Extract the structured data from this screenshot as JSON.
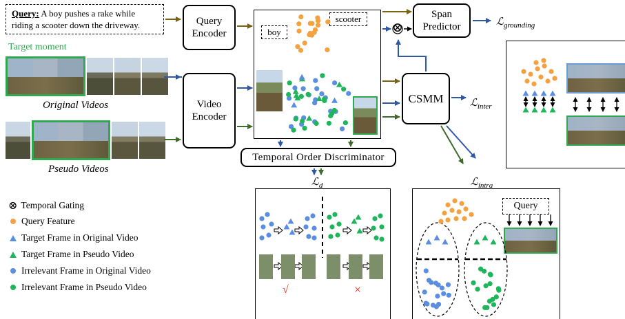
{
  "query": {
    "label": "Query:",
    "text_line1": "A boy pushes a rake while",
    "text_line2": "riding a scooter down the driveway."
  },
  "target_moment": "Target moment",
  "videos": {
    "original": "Original Videos",
    "pseudo": "Pseudo Videos"
  },
  "modules": {
    "query_encoder": [
      "Query",
      "Encoder"
    ],
    "video_encoder": [
      "Video",
      "Encoder"
    ],
    "span_predictor": [
      "Span",
      "Predictor"
    ],
    "csmm": "CSMM",
    "temporal_order_discriminator": "Temporal Order Discriminator"
  },
  "feature_tags": {
    "boy": "boy",
    "scooter": "scooter",
    "query": "Query"
  },
  "losses": {
    "grounding": {
      "base": "ℒ",
      "sub": "grounding"
    },
    "inter": {
      "base": "ℒ",
      "sub": "inter"
    },
    "intra": {
      "base": "ℒ",
      "sub": "intra"
    },
    "d": {
      "base": "ℒ",
      "sub": "d"
    }
  },
  "legend": [
    {
      "symbol": "⊗",
      "label": "Temporal Gating"
    },
    {
      "symbol": "orange-dot",
      "label": "Query Feature"
    },
    {
      "symbol": "blue-triangle",
      "label": "Target Frame in Original Video"
    },
    {
      "symbol": "green-triangle",
      "label": "Target Frame in Pseudo Video"
    },
    {
      "symbol": "blue-dot",
      "label": "Irrelevant Frame in Original Video"
    },
    {
      "symbol": "green-dot",
      "label": "Irrelevant Frame in Pseudo Video"
    }
  ],
  "marks": {
    "check": "√",
    "cross": "×",
    "gating": "⊗"
  },
  "colors": {
    "orange": "#f4a142",
    "blue": "#5b8ee0",
    "green": "#1fb55a",
    "frame_green": "#2fa84f",
    "frame_blue": "#6b9bd6",
    "arrow_olive": "#7a6212",
    "arrow_blue": "#2e57a8",
    "arrow_green": "#3f6b2a"
  }
}
